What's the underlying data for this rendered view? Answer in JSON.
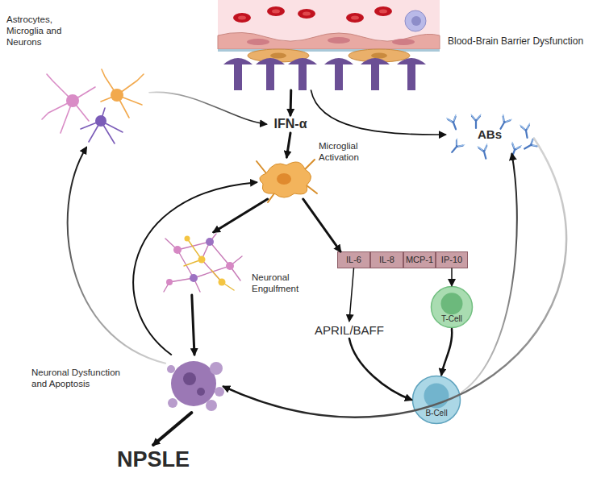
{
  "diagram": {
    "nodes": [
      {
        "text": [
          "Blood-Brain Barrier Dysfunction"
        ]
      },
      {
        "text": [
          "Astrocytes, Microglia and Neurons"
        ]
      },
      {
        "text": [
          "IFN-α"
        ]
      },
      {
        "text": [
          "Microglial Activation"
        ]
      },
      {
        "text": [
          "ABs"
        ]
      },
      {
        "text": [
          "Neuronal Engulfment"
        ]
      },
      {
        "text": [
          "IL-6"
        ]
      },
      {
        "text": [
          "IL-8"
        ]
      },
      {
        "text": [
          "MCP-1"
        ]
      },
      {
        "text": [
          "IP-10"
        ]
      },
      {
        "text": [
          "APRIL/BAFF"
        ]
      },
      {
        "text": [
          "T-Cell"
        ]
      },
      {
        "text": [
          "B-Cell"
        ]
      },
      {
        "text": [
          "Neuronal Dysfunction and Apoptosis"
        ]
      },
      {
        "text": [
          "NPSLE"
        ]
      }
    ],
    "edges": [
      {
        "from": 0,
        "to": 2,
        "arrow": "to"
      },
      {
        "from": 0,
        "to": 4,
        "arrow": "to"
      },
      {
        "from": 1,
        "to": 2,
        "arrow": "to"
      },
      {
        "from": 2,
        "to": 3,
        "arrow": "to"
      },
      {
        "from": 3,
        "to": 5,
        "arrow": "to"
      },
      {
        "from": 3,
        "to": 6,
        "arrow": "to"
      },
      {
        "from": 5,
        "to": 13,
        "arrow": "to"
      },
      {
        "from": 6,
        "to": 10,
        "arrow": "to"
      },
      {
        "from": 9,
        "to": 11,
        "arrow": "to"
      },
      {
        "from": 10,
        "to": 12,
        "arrow": "to"
      },
      {
        "from": 11,
        "to": 12,
        "arrow": "to"
      },
      {
        "from": 12,
        "to": 4,
        "arrow": "to"
      },
      {
        "from": 4,
        "to": 13,
        "arrow": "to"
      },
      {
        "from": 13,
        "to": 1,
        "arrow": "to"
      },
      {
        "from": 13,
        "to": 3,
        "arrow": "to"
      },
      {
        "from": 13,
        "to": 14,
        "arrow": "to"
      }
    ]
  }
}
